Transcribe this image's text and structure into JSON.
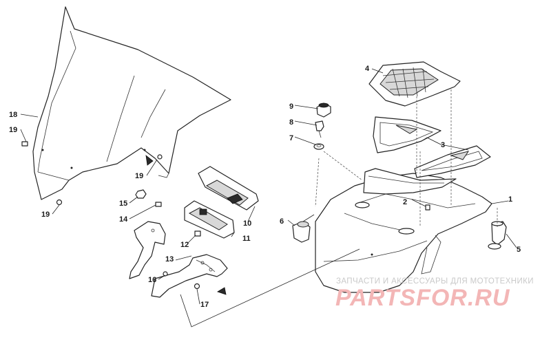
{
  "callouts": [
    {
      "num": "1"
    },
    {
      "num": "2"
    },
    {
      "num": "3"
    },
    {
      "num": "4"
    },
    {
      "num": "5"
    },
    {
      "num": "6"
    },
    {
      "num": "7"
    },
    {
      "num": "8"
    },
    {
      "num": "9"
    },
    {
      "num": "10"
    },
    {
      "num": "11"
    },
    {
      "num": "12"
    },
    {
      "num": "13"
    },
    {
      "num": "14"
    },
    {
      "num": "15"
    },
    {
      "num": "16"
    },
    {
      "num": "17"
    },
    {
      "num": "18"
    },
    {
      "num": "19"
    },
    {
      "num": "19"
    },
    {
      "num": "19"
    }
  ],
  "watermark": {
    "tagline": "ЗАПЧАСТИ И АКСЕССУАРЫ ДЛЯ МОТОТЕХНИКИ",
    "logo": "PARTSFOR.RU",
    "color": "#f3b6b6"
  }
}
